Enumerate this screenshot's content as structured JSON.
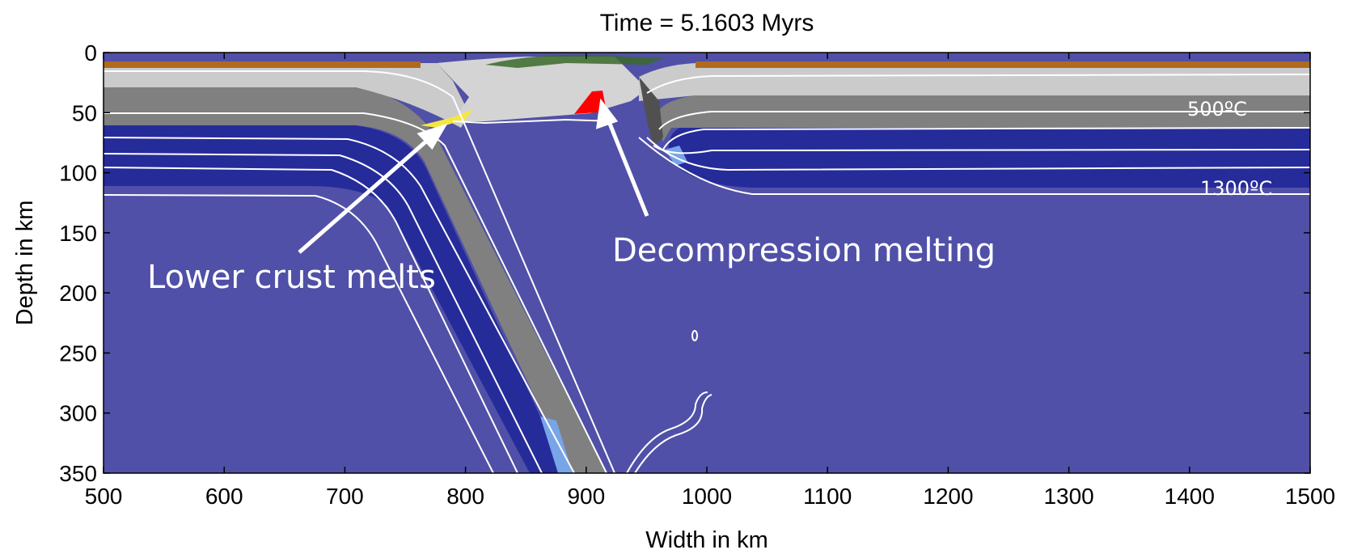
{
  "title": "Time = 5.1603 Myrs",
  "axes": {
    "xlabel": "Width in km",
    "ylabel": "Depth in km",
    "xlim": [
      500,
      1500
    ],
    "ylim": [
      0,
      350
    ],
    "y_inverted": true,
    "xticks": [
      "500",
      "600",
      "700",
      "800",
      "900",
      "1000",
      "1100",
      "1200",
      "1300",
      "1400",
      "1500"
    ],
    "yticks": [
      "0",
      "50",
      "100",
      "150",
      "200",
      "250",
      "300",
      "350"
    ]
  },
  "annotations": {
    "lower_crust": "Lower crust melts",
    "decompression": "Decompression melting",
    "isotherm_500": "500ºC",
    "isotherm_1300": "1300ºC"
  },
  "colors": {
    "mantle": "#5050a8",
    "lithosphere": "#262b9a",
    "lower_crust": "#808080",
    "upper_crust": "#c8c8c8",
    "sediment": "#b06a20",
    "melt": "#ff0000",
    "lower_crust_melt": "#f5e640",
    "hydrated_mantle": "#78a4e8",
    "isotherm": "#ffffff"
  }
}
